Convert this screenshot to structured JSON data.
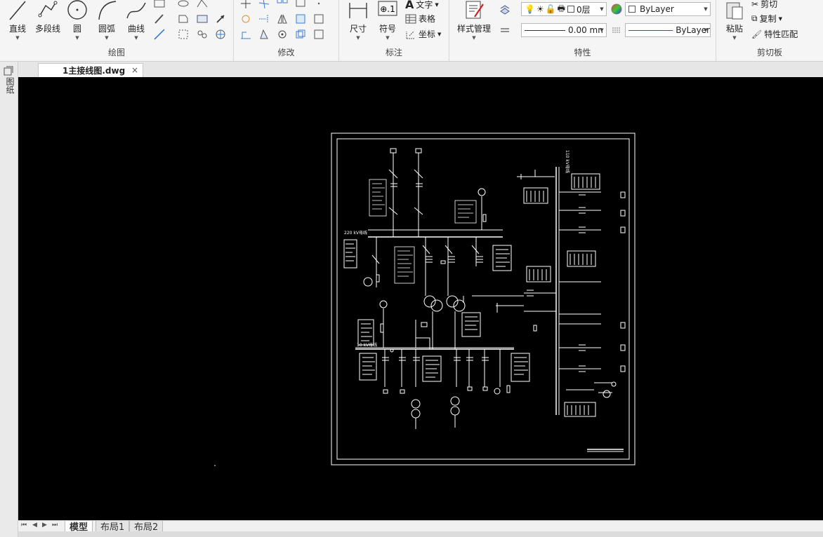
{
  "document": {
    "tab_title": "1主接线图.dwg",
    "close_glyph": "×"
  },
  "side_panel": {
    "label": "图纸"
  },
  "ribbon": {
    "groups": {
      "draw": "绘图",
      "modify": "修改",
      "annotate": "标注",
      "properties": "特性",
      "clipboard": "剪切板"
    },
    "draw_tools": {
      "line": "直线",
      "polyline": "多段线",
      "circle": "圆",
      "arc": "圆弧",
      "curve": "曲线"
    },
    "annotate_tools": {
      "dimension": "尺寸",
      "symbol": "符号",
      "text": "文字",
      "table": "表格",
      "coordinate": "坐标"
    },
    "style_manager": "样式管理",
    "properties": {
      "layer_value": "0层",
      "color_value": "ByLayer",
      "lineweight_value": "0.00 mn",
      "linetype_value": "ByLayer"
    },
    "clipboard": {
      "paste": "粘贴",
      "cut": "剪切",
      "copy": "复制",
      "match": "特性匹配"
    }
  },
  "drawing": {
    "bus_220_label": "220 kV母线",
    "bus_10_label": "10 kV母线",
    "bus_110_label": "110 kV母线"
  },
  "layout_tabs": {
    "model": "模型",
    "layout1": "布局1",
    "layout2": "布局2"
  },
  "colors": {
    "canvas_bg": "#000000",
    "line_color": "#ffffff",
    "accent_red": "#d42020"
  }
}
